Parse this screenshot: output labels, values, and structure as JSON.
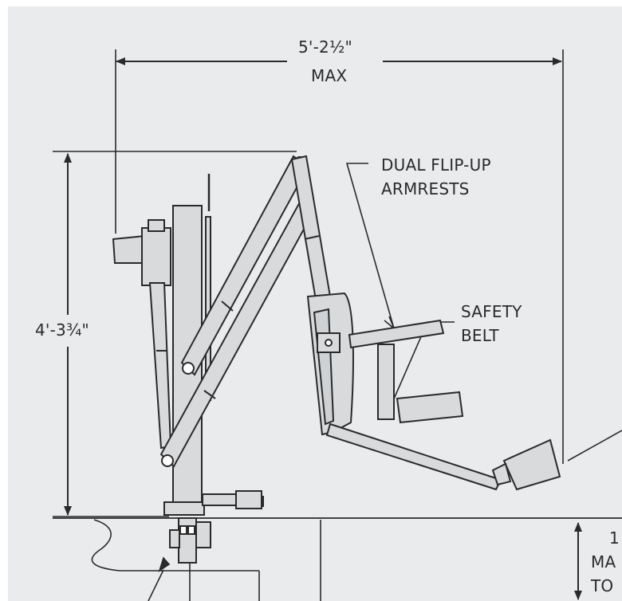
{
  "dimensions": {
    "width_label": "5'-2½\"",
    "width_suffix": "MAX",
    "height_label": "4'-3¾\"",
    "depth_partial_1": "1",
    "depth_partial_2": "MA",
    "depth_partial_3": "TO"
  },
  "callouts": {
    "armrests_line1": "DUAL FLIP-UP",
    "armrests_line2": "ARMRESTS",
    "belt_line1": "SAFETY",
    "belt_line2": "BELT"
  },
  "colors": {
    "background": "#e9ebed",
    "line": "#2a2a2a",
    "part_fill": "#d8dadc"
  }
}
